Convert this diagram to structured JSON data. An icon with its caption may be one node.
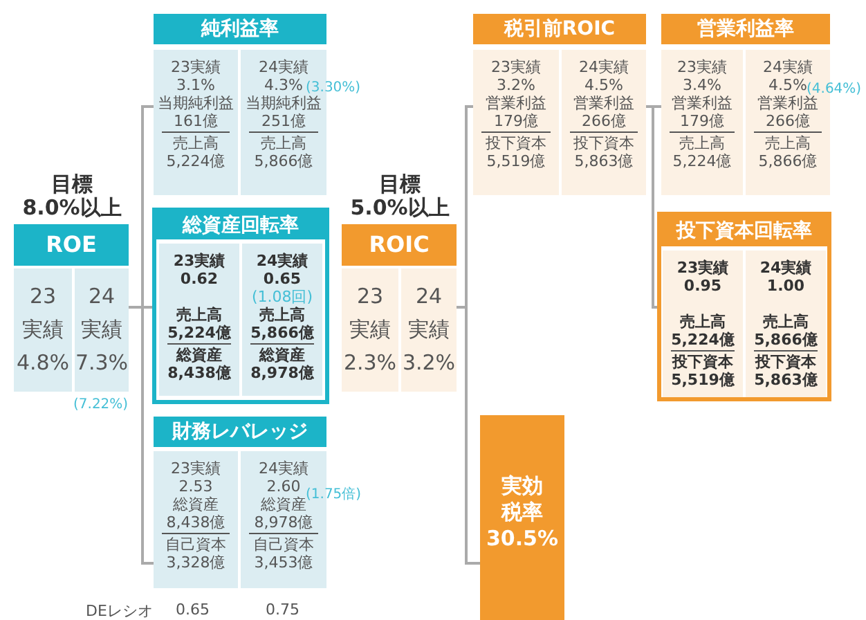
{
  "diagram": {
    "nodes": [
      {
        "text": [
          "ROE",
          "23",
          "実績",
          "4.8%",
          "24",
          "実績",
          "7.3%"
        ],
        "beside": [
          "目標",
          "8.0%以上",
          "(7.22%)"
        ]
      },
      {
        "text": [
          "純利益率",
          "23実績",
          "3.1%",
          "当期純利益",
          "161億",
          "売上高",
          "5,224億",
          "24実績",
          "4.3%",
          "当期純利益",
          "251億",
          "売上高",
          "5,866億"
        ],
        "beside": [
          "(3.30%)"
        ]
      },
      {
        "text": [
          "総資産回転率",
          "23実績",
          "0.62",
          "売上高",
          "5,224億",
          "総資産",
          "8,438億",
          "24実績",
          "0.65",
          "(1.08回)",
          "売上高",
          "5,866億",
          "総資産",
          "8,978億"
        ]
      },
      {
        "text": [
          "財務レバレッジ",
          "23実績",
          "2.53",
          "総資産",
          "8,438億",
          "自己資本",
          "3,328億",
          "24実績",
          "2.60",
          "総資産",
          "8,978億",
          "自己資本",
          "3,453億"
        ],
        "beside": [
          "(1.75倍)"
        ]
      },
      {
        "text": [
          "ROIC",
          "23",
          "実績",
          "2.3%",
          "24",
          "実績",
          "3.2%"
        ],
        "beside": [
          "目標",
          "5.0%以上"
        ]
      },
      {
        "text": [
          "税引前ROIC",
          "23実績",
          "3.2%",
          "営業利益",
          "179億",
          "投下資本",
          "5,519億",
          "24実績",
          "4.5%",
          "営業利益",
          "266億",
          "投下資本",
          "5,863億"
        ]
      },
      {
        "text": [
          "実効税率",
          "30.5%"
        ]
      },
      {
        "text": [
          "営業利益率",
          "23実績",
          "3.4%",
          "営業利益",
          "179億",
          "売上高",
          "5,224億",
          "24実績",
          "4.5%",
          "営業利益",
          "266億",
          "売上高",
          "5,866億"
        ],
        "beside": [
          "(4.64%)"
        ]
      },
      {
        "text": [
          "投下資本回転率",
          "23実績",
          "0.95",
          "売上高",
          "5,224億",
          "投下資本",
          "5,519億",
          "24実績",
          "1.00",
          "売上高",
          "5,866億",
          "投下資本",
          "5,863億"
        ]
      }
    ],
    "edges": [
      {
        "from": 0,
        "to": 1,
        "arrow": "none"
      },
      {
        "from": 0,
        "to": 2,
        "arrow": "none"
      },
      {
        "from": 0,
        "to": 3,
        "arrow": "none"
      },
      {
        "from": 4,
        "to": 5,
        "arrow": "none"
      },
      {
        "from": 4,
        "to": 6,
        "arrow": "none"
      },
      {
        "from": 5,
        "to": 7,
        "arrow": "none"
      },
      {
        "from": 5,
        "to": 8,
        "arrow": "none"
      }
    ],
    "labels": [
      "DEレシオ",
      "0.65",
      "0.75"
    ]
  }
}
